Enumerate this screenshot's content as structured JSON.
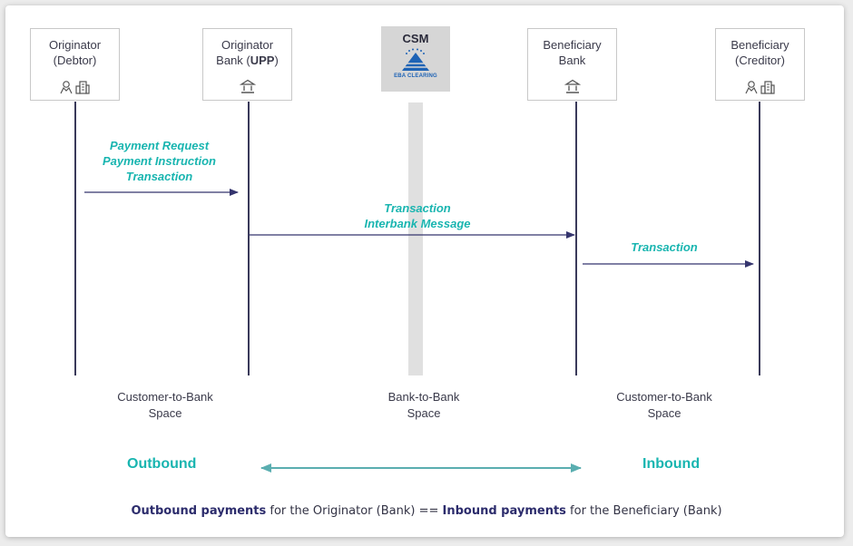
{
  "participants": [
    {
      "line1": "Originator",
      "line2": "(Debtor)",
      "icon": "person-building"
    },
    {
      "line1": "Originator",
      "line2_prefix": "Bank (",
      "line2_bold": "UPP",
      "line2_suffix": ")",
      "icon": "bank"
    },
    {
      "line1": "Beneficiary",
      "line2": "Bank",
      "icon": "bank"
    },
    {
      "line1": "Beneficiary",
      "line2": "(Creditor)",
      "icon": "person-building"
    }
  ],
  "csm": {
    "title": "CSM",
    "logo_text": "EBA CLEARING"
  },
  "messages": {
    "debtor_to_bank": [
      "Payment Request",
      "Payment Instruction",
      "Transaction"
    ],
    "bank_to_bank": [
      "Transaction",
      "Interbank Message"
    ],
    "bank_to_creditor": [
      "Transaction"
    ]
  },
  "spaces": {
    "left": [
      "Customer-to-Bank",
      "Space"
    ],
    "middle": [
      "Bank-to-Bank",
      "Space"
    ],
    "right": [
      "Customer-to-Bank",
      "Space"
    ]
  },
  "direction": {
    "left": "Outbound",
    "right": "Inbound"
  },
  "footer": {
    "part1": "Outbound payments",
    "part2": " for the Originator (Bank) == ",
    "part3": "Inbound payments",
    "part4": " for the Beneficiary (Bank)"
  },
  "colors": {
    "accent": "#19b5b0",
    "arrow": "#35356e",
    "lifeline": "#3a3a5a"
  }
}
